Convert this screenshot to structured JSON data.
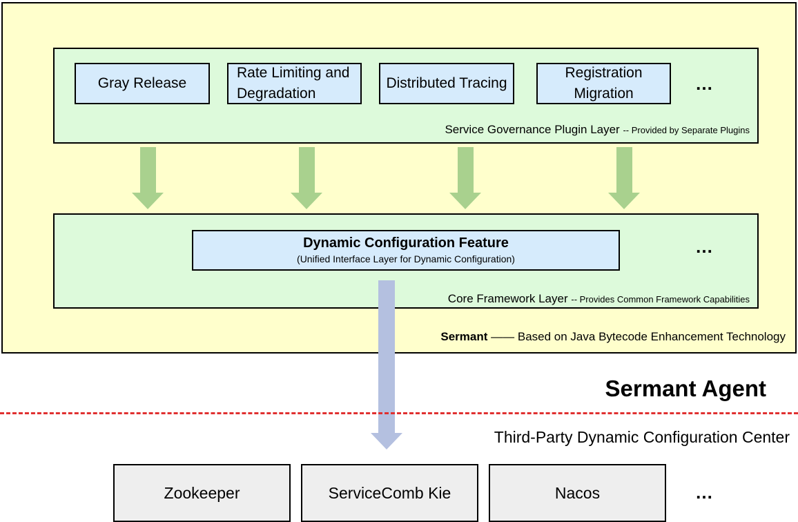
{
  "sermant": {
    "name": "Sermant",
    "separator": "——",
    "description": "Based on Java Bytecode Enhancement Technology"
  },
  "plugin_layer": {
    "plugins": [
      "Gray Release",
      "Rate Limiting and Degradation",
      "Distributed Tracing",
      "Registration Migration"
    ],
    "ellipsis": "…",
    "caption": "Service Governance Plugin Layer",
    "caption_note": "-- Provided by Separate Plugins"
  },
  "core_layer": {
    "feature_title": "Dynamic Configuration Feature",
    "feature_subtitle": "(Unified Interface Layer for Dynamic Configuration)",
    "ellipsis": "…",
    "caption": "Core Framework Layer",
    "caption_note": "-- Provides Common Framework Capabilities"
  },
  "agent_title": "Sermant Agent",
  "config_center": {
    "label": "Third-Party Dynamic Configuration Center",
    "items": [
      "Zookeeper",
      "ServiceComb Kie",
      "Nacos"
    ],
    "ellipsis": "…"
  },
  "colors": {
    "sermant_bg": "#ffffcc",
    "layer_bg": "#ddfadb",
    "feature_bg": "#d6ebfc",
    "green_arrow": "#a9d18e",
    "blue_arrow": "#b4c0e0",
    "dashed_line": "#e03030",
    "center_box_bg": "#eeeeee"
  }
}
